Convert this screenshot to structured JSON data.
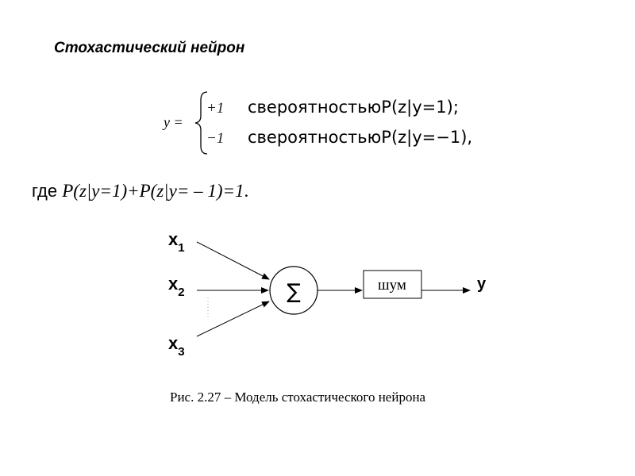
{
  "title": "Стохастический нейрон",
  "formula": {
    "lhs": "y =",
    "case1": {
      "sign": "+1",
      "condition": "свероятностьюP(z|y=1);"
    },
    "case2": {
      "sign": "−1",
      "condition": "свероятностьюP(z|y=−1),"
    }
  },
  "where": {
    "lead": "где ",
    "expr": "P(z|y=1)+P(z|y= – 1)=1",
    "tail": "."
  },
  "diagram": {
    "inputs": [
      {
        "name": "x",
        "sub": "1"
      },
      {
        "name": "x",
        "sub": "2"
      },
      {
        "name": "x",
        "sub": "3"
      }
    ],
    "sum_symbol": "∑",
    "noise_label": "шум",
    "output_label": "y"
  },
  "caption": "Рис. 2.27 – Модель стохастического нейрона"
}
